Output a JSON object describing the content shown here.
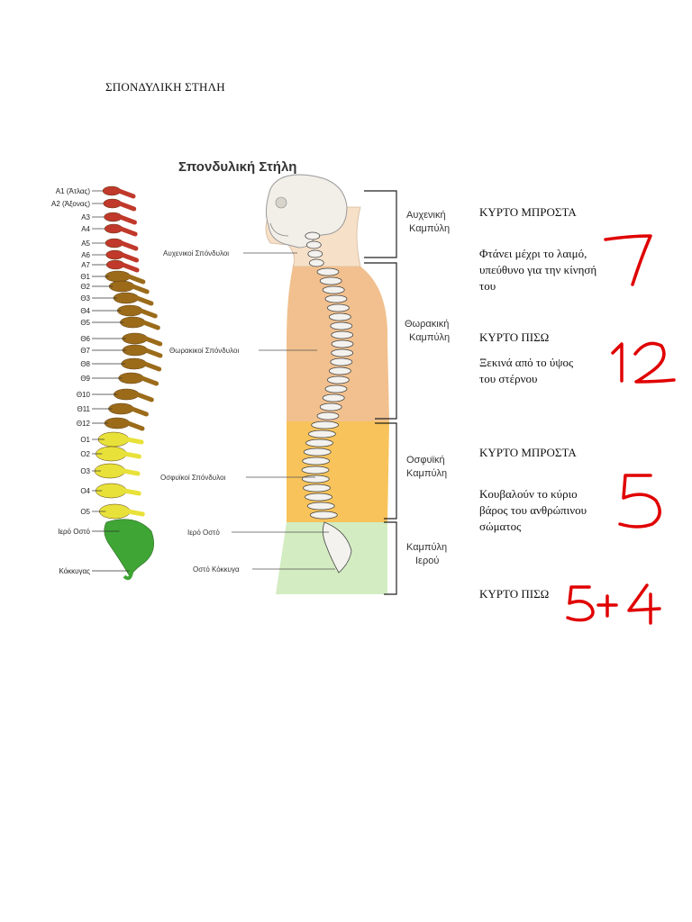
{
  "document": {
    "title": "ΣΠΟΝΔΥΛΙΚΗ ΣΤΗΛΗ"
  },
  "figure": {
    "title": "Σπονδυλική Στήλη",
    "vertebra_labels": [
      "Α1 (Άτλας)",
      "Α2 (Άξονας)",
      "Α3",
      "Α4",
      "Α5",
      "Α6",
      "Α7",
      "Θ1",
      "Θ2",
      "Θ3",
      "Θ4",
      "Θ5",
      "Θ6",
      "Θ7",
      "Θ8",
      "Θ9",
      "Θ10",
      "Θ11",
      "Θ12",
      "Ο1",
      "Ο2",
      "Ο3",
      "Ο4",
      "Ο5",
      "Ιερό Οστό",
      "Κόκκυγας"
    ],
    "region_labels": {
      "cervical": "Αυχενικοί Σπόνδυλοι",
      "thoracic": "Θωρακικοί Σπόνδυλοι",
      "lumbar": "Οσφυϊκοί Σπόνδυλοι",
      "sacrum": "Ιερό Οστό",
      "coccyx": "Οστό Κόκκυγα"
    },
    "curves": {
      "cervical": [
        "Αυχενική",
        "Καμπύλη"
      ],
      "thoracic": [
        "Θωρακική",
        "Καμπύλη"
      ],
      "lumbar": [
        "Οσφυϊκή",
        "Καμπύλη"
      ],
      "sacral": [
        "Καμπύλη",
        "Ιερού"
      ]
    },
    "colors": {
      "cervical": "#c0392b",
      "thoracic": "#9b6b1a",
      "lumbar": "#e8e13a",
      "sacrum": "#3fa535",
      "body_thoracic": "#f1c08e",
      "body_lumbar": "#f7c35a",
      "body_sacral": "#d3ecc2",
      "skin": "#f6e0c8"
    }
  },
  "notes": {
    "cervical": {
      "direction": "ΚΥΡΤΟ ΜΠΡΟΣΤΑ",
      "description": "Φτάνει μέχρι το λαιμό, υπεύθυνο για την κίνησή του"
    },
    "thoracic": {
      "direction": "ΚΥΡΤΟ ΠΙΣΩ",
      "description": "Ξεκινά από το ύψος του στέρνου"
    },
    "lumbar": {
      "direction": "ΚΥΡΤΟ ΜΠΡΟΣΤΑ",
      "description": "Κουβαλούν το κύριο βάρος του ανθρώπινου σώματος"
    },
    "sacral": {
      "direction": "ΚΥΡΤΟ ΠΙΣΩ"
    }
  },
  "handwriting": {
    "cervical": "7",
    "thoracic": "12",
    "lumbar": "5",
    "sacral": "5+4",
    "color": "#e00000"
  }
}
